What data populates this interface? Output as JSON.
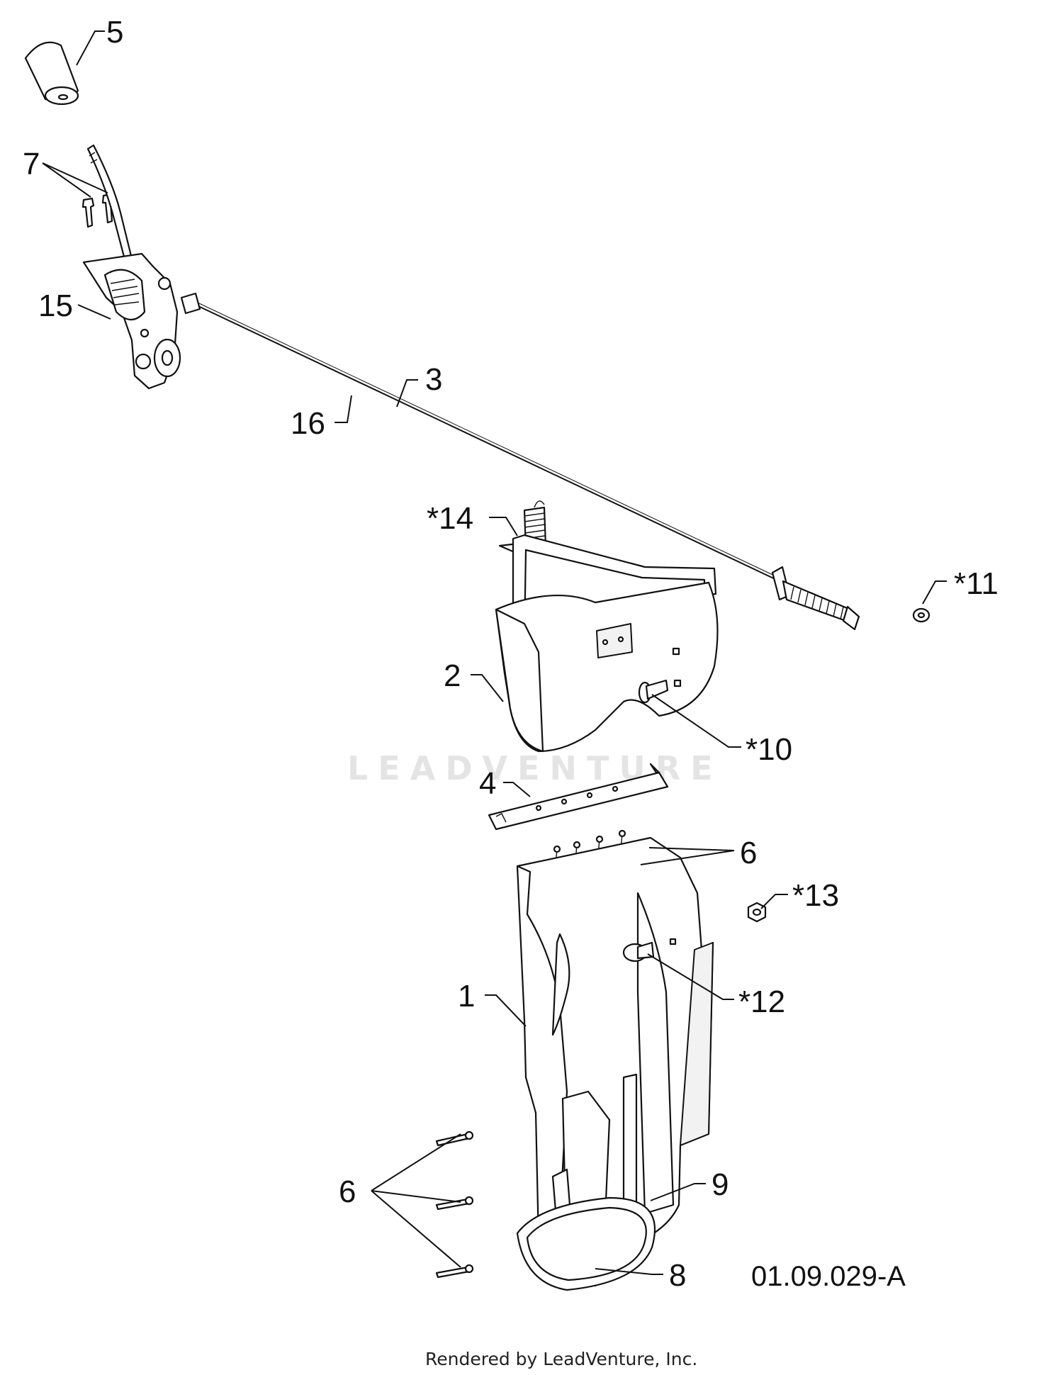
{
  "diagram": {
    "callouts": {
      "c1": "1",
      "c2": "2",
      "c3": "3",
      "c4": "4",
      "c5": "5",
      "c6_top": "6",
      "c6_left": "6",
      "c7": "7",
      "c8": "8",
      "c9": "9",
      "c10": "*10",
      "c11": "*11",
      "c12": "*12",
      "c13": "*13",
      "c14": "*14",
      "c15": "15",
      "c16": "16"
    },
    "drawing_code": "01.09.029-A",
    "watermark": "LEADVENTURE",
    "footer": "Rendered by LeadVenture, Inc."
  }
}
